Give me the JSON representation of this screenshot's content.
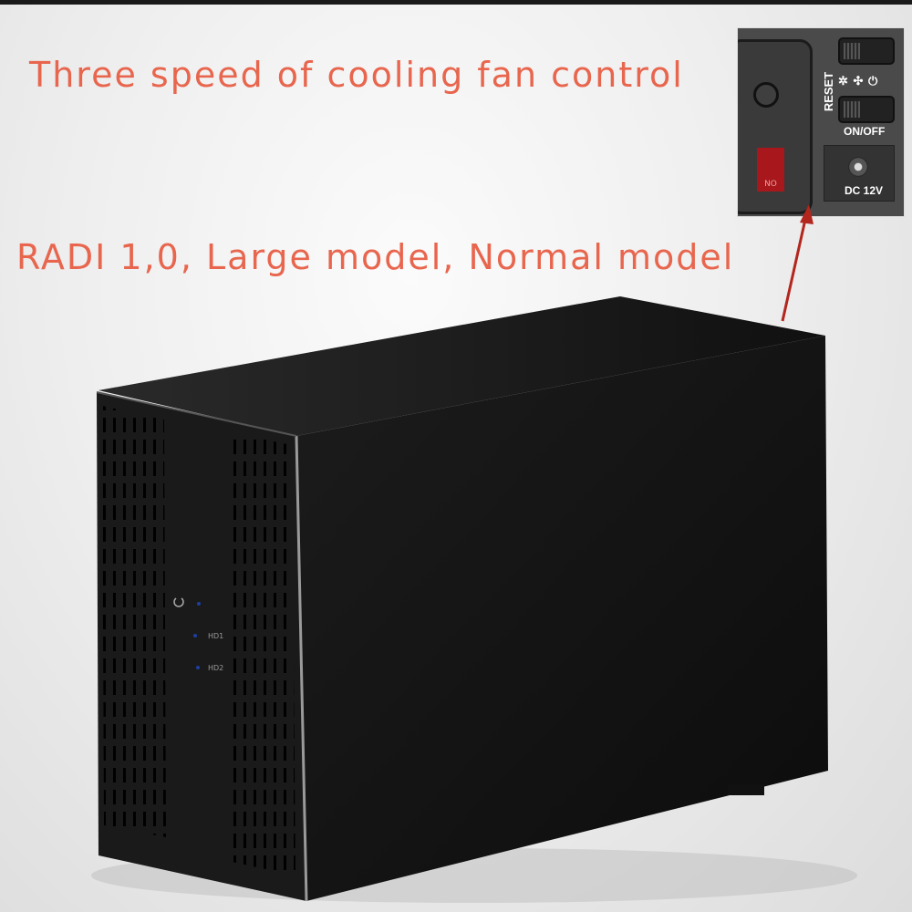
{
  "headline_top": "Three speed of cooling fan control",
  "headline_mid": "RADI 1,0, Large model, Normal model",
  "inset": {
    "reset_label": "RESET",
    "fan_icons": "✲ ✣ ⏻",
    "onoff_label": "ON/OFF",
    "dc_label": "DC 12V",
    "dip_label": "NO"
  },
  "front_panel": {
    "led_labels": [
      "HD1",
      "HD2"
    ]
  },
  "colors": {
    "headline": "#e8664e",
    "arrow": "#b3261e",
    "enclosure": "#111111"
  }
}
